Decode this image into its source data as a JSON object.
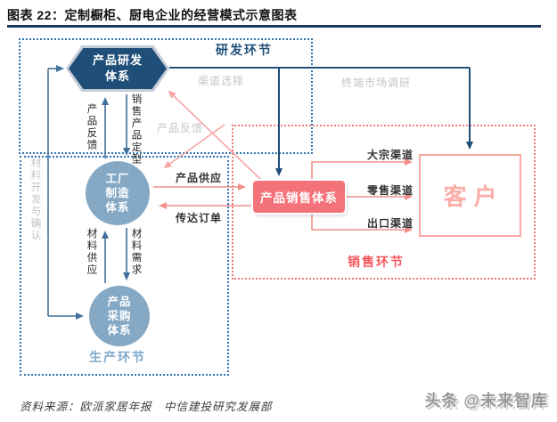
{
  "header": {
    "title": "图表 22：定制橱柜、厨电企业的经营模式示意图表"
  },
  "diagram": {
    "sections": {
      "rd": {
        "label": "研发环节"
      },
      "production": {
        "label": "生产环节"
      },
      "sales": {
        "label": "销售环节"
      }
    },
    "nodes": {
      "rd_system": {
        "label": "产品研发\n体系"
      },
      "factory": {
        "label": "工厂\n制造\n体系"
      },
      "purchasing": {
        "label": "产品\n采购\n体系"
      },
      "sales_system": {
        "label": "产品销售体系"
      },
      "customer": {
        "label": "客户"
      }
    },
    "edges": {
      "channel_selection": "渠道选择",
      "terminal_market_research": "终端市场调研",
      "product_feedback_diagonal": "产品反馈",
      "product_feedback_vertical": "产品反馈",
      "sales_product_finalization": "销售产品定型",
      "material_dev_confirm": "材料开发与确认",
      "material_supply": "材料供应",
      "material_demand": "材料需求",
      "product_supply": "产品供应",
      "order_transfer": "传达订单",
      "bulk_channel": "大宗渠道",
      "retail_channel": "零售渠道",
      "export_channel": "出口渠道"
    },
    "colors": {
      "navy": "#1F4E79",
      "steel_blue": "#41719C",
      "node_blue": "#85A9C5",
      "dashed_blue": "#2E74B5",
      "sales_pink": "#F4737B",
      "arrow_pink": "#F6A6A2",
      "customer_pink": "#FBADA8",
      "gray_label": "#C4C4C4"
    }
  },
  "footer": {
    "source": "资料来源：欧派家居年报　中信建投研究发展部",
    "watermark": "头条 @未来智库"
  }
}
